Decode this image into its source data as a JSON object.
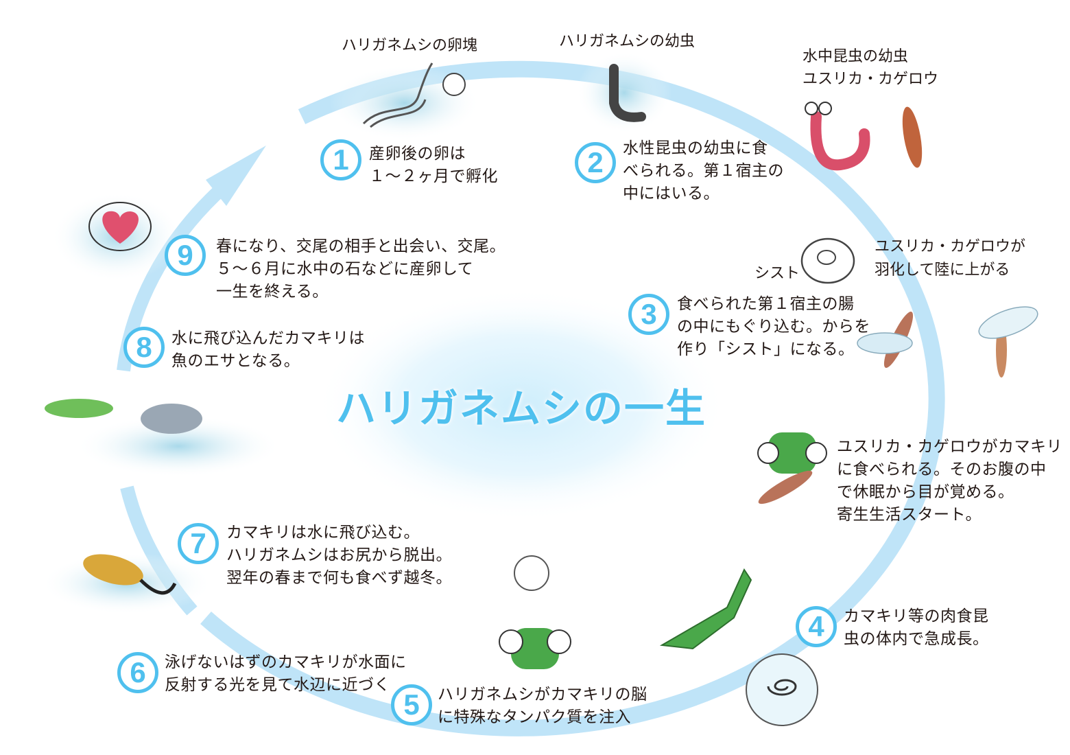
{
  "title": "ハリガネムシの一生",
  "colors": {
    "accent": "#4fc0ee",
    "arrow": "#bfe4f8",
    "text": "#231815"
  },
  "labels": {
    "egg_mass": "ハリガネムシの卵塊",
    "larva": "ハリガネムシの幼虫",
    "aquatic_larva": [
      "水中昆虫の幼虫",
      "ユスリカ・カゲロウ"
    ],
    "cyst": "シスト",
    "emergence": [
      "ユスリカ・カゲロウが",
      "羽化して陸に上がる"
    ]
  },
  "steps": [
    {
      "number": "1",
      "lines": [
        "産卵後の卵は",
        " １～２ヶ月で孵化"
      ]
    },
    {
      "number": "2",
      "lines": [
        "水性昆虫の幼虫に食",
        "べられる。第１宿主の",
        "中にはいる。"
      ]
    },
    {
      "number": "3",
      "lines": [
        "食べられた第１宿主の腸",
        "の中にもぐり込む。からを",
        "作り「シスト」になる。"
      ]
    },
    {
      "number": "4",
      "lines": [
        "カマキリ等の肉食昆",
        "虫の体内で急成長。"
      ]
    },
    {
      "number": "5",
      "lines": [
        "ハリガネムシがカマキリの脳",
        "に特殊なタンパク質を注入"
      ]
    },
    {
      "number": "6",
      "lines": [
        "泳げないはずのカマキリが水面に",
        "反射する光を見て水辺に近づく"
      ]
    },
    {
      "number": "7",
      "lines": [
        "カマキリは水に飛び込む。",
        "ハリガネムシはお尻から脱出。",
        "翌年の春まで何も食べず越冬。"
      ]
    },
    {
      "number": "8",
      "lines": [
        "水に飛び込んだカマキリは",
        "魚のエサとなる。"
      ]
    },
    {
      "number": "9",
      "lines": [
        "春になり、交尾の相手と出会い、交尾。",
        " ５～６月に水中の石などに産卵して",
        "一生を終える。"
      ]
    }
  ],
  "mantis_eats": [
    "ユスリカ・カゲロウがカマキリ",
    "に食べられる。そのお腹の中",
    "で休眠から目が覚める。",
    "寄生生活スタート。"
  ]
}
